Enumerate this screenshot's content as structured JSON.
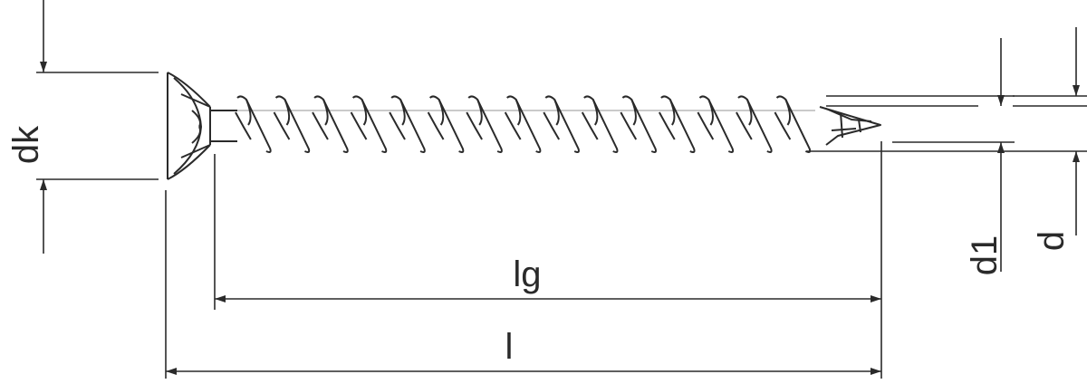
{
  "dimensions": {
    "dk": "dk",
    "lg": "lg",
    "l": "l",
    "d1": "d1",
    "d": "d"
  },
  "colors": {
    "line": "#2a2a2a",
    "background": "#ffffff"
  },
  "thread_turns": 15
}
